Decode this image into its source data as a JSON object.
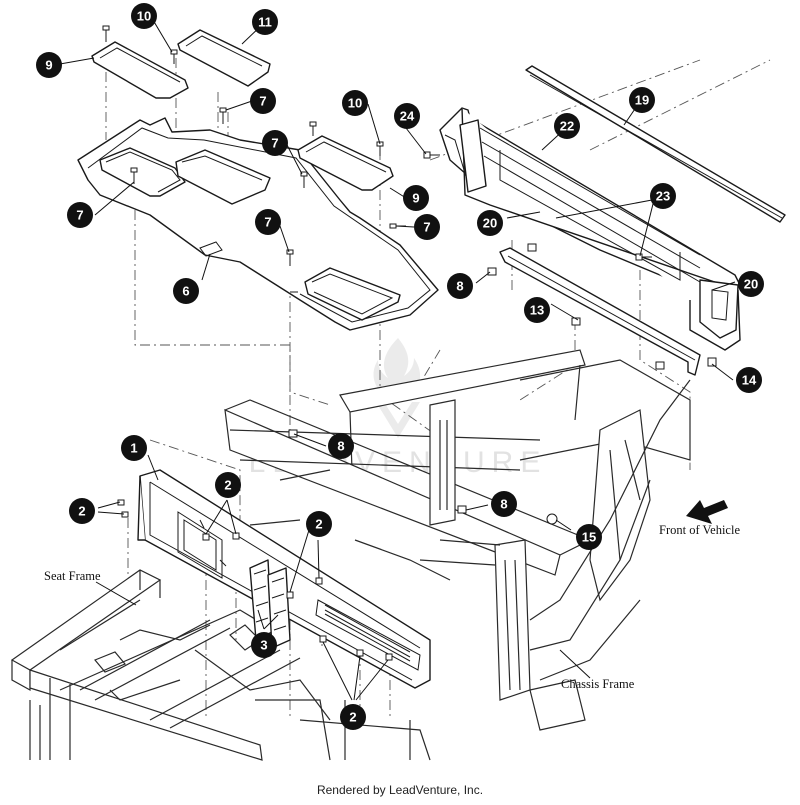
{
  "diagram": {
    "labels": {
      "seat_frame": "Seat Frame",
      "chassis_frame": "Chassis Frame",
      "front_of_vehicle": "Front of Vehicle",
      "credit": "Rendered by LeadVenture, Inc.",
      "watermark": "LEADVENTURE"
    },
    "callouts": [
      {
        "id": "c9a",
        "number": "9"
      },
      {
        "id": "c10a",
        "number": "10"
      },
      {
        "id": "c11",
        "number": "11"
      },
      {
        "id": "c7a",
        "number": "7"
      },
      {
        "id": "c10b",
        "number": "10"
      },
      {
        "id": "c24",
        "number": "24"
      },
      {
        "id": "c19",
        "number": "19"
      },
      {
        "id": "c22",
        "number": "22"
      },
      {
        "id": "c7b",
        "number": "7"
      },
      {
        "id": "c9b",
        "number": "9"
      },
      {
        "id": "c7c",
        "number": "7"
      },
      {
        "id": "c7d",
        "number": "7"
      },
      {
        "id": "c7e",
        "number": "7"
      },
      {
        "id": "c6",
        "number": "6"
      },
      {
        "id": "c20a",
        "number": "20"
      },
      {
        "id": "c23",
        "number": "23"
      },
      {
        "id": "c8a",
        "number": "8"
      },
      {
        "id": "c13",
        "number": "13"
      },
      {
        "id": "c20b",
        "number": "20"
      },
      {
        "id": "c14",
        "number": "14"
      },
      {
        "id": "c1",
        "number": "1"
      },
      {
        "id": "c8b",
        "number": "8"
      },
      {
        "id": "c2a",
        "number": "2"
      },
      {
        "id": "c2b",
        "number": "2"
      },
      {
        "id": "c2c",
        "number": "2"
      },
      {
        "id": "c8c",
        "number": "8"
      },
      {
        "id": "c15",
        "number": "15"
      },
      {
        "id": "c3",
        "number": "3"
      },
      {
        "id": "c2d",
        "number": "2"
      }
    ]
  }
}
